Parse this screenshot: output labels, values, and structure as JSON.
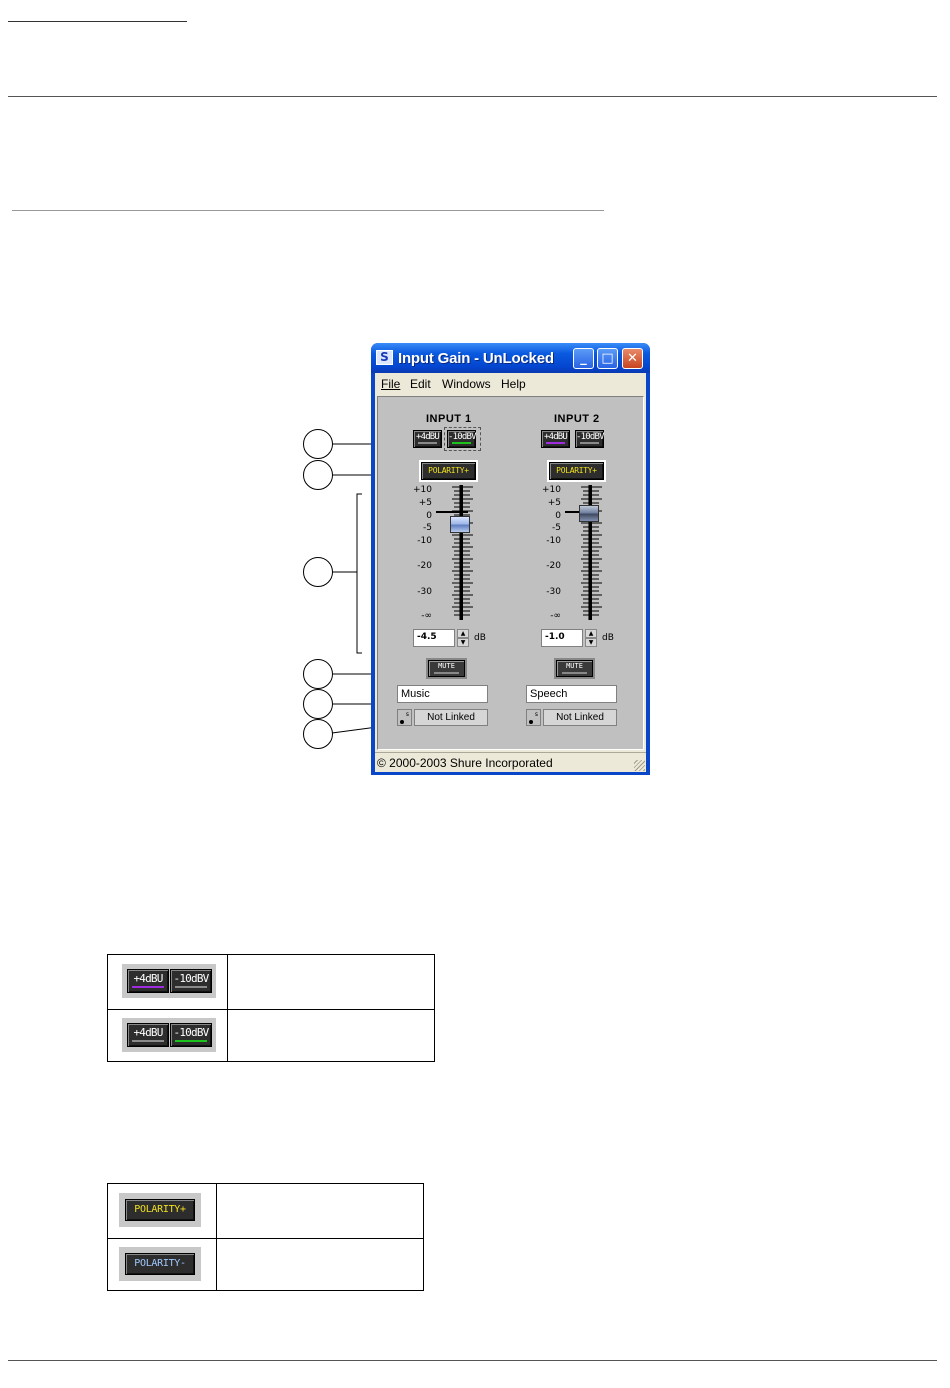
{
  "window": {
    "title": "Input Gain - UnLocked",
    "menu": [
      "File",
      "Edit",
      "Windows",
      "Help"
    ],
    "status": "© 2000-2003 Shure Incorporated"
  },
  "inputs": [
    {
      "label": "INPUT 1",
      "level_buttons": [
        "+4dBU",
        "-10dBV"
      ],
      "polarity": "POLARITY+",
      "scale": [
        "+10",
        "+5",
        "0",
        "-5",
        "-10",
        "-20",
        "-30",
        "-∞"
      ],
      "gain_value": "-4.5",
      "unit": "dB",
      "mute": "MUTE",
      "name": "Music",
      "link": "Not Linked"
    },
    {
      "label": "INPUT 2",
      "level_buttons": [
        "+4dBU",
        "-10dBV"
      ],
      "polarity": "POLARITY+",
      "scale": [
        "+10",
        "+5",
        "0",
        "-5",
        "-10",
        "-20",
        "-30",
        "-∞"
      ],
      "gain_value": "-1.0",
      "unit": "dB",
      "mute": "MUTE",
      "name": "Speech",
      "link": "Not Linked"
    }
  ],
  "level_table": {
    "rows": [
      {
        "buttons": [
          "+4dBU",
          "-10dBV"
        ],
        "active": "purple"
      },
      {
        "buttons": [
          "+4dBU",
          "-10dBV"
        ],
        "active": "green"
      }
    ]
  },
  "polarity_table": {
    "rows": [
      {
        "label": "POLARITY+",
        "color": "#f0e020"
      },
      {
        "label": "POLARITY-",
        "color": "#9fc8ff"
      }
    ]
  },
  "colors": {
    "purple_indicator": "#a02ce0",
    "green_indicator": "#1cc21c",
    "polarity_plus": "#f0e020",
    "polarity_minus": "#9fc8ff",
    "xp_title_blue": "#0a5ae0"
  }
}
